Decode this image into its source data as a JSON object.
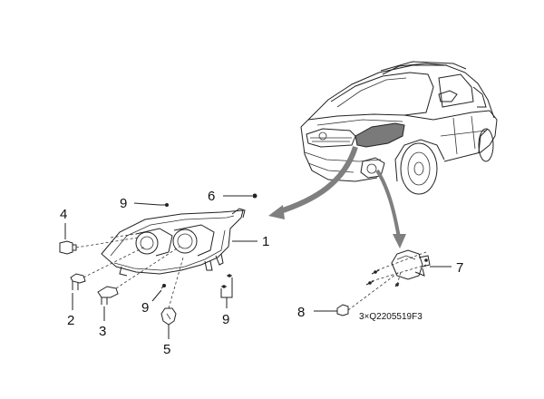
{
  "callouts": {
    "c1": "1",
    "c2": "2",
    "c3": "3",
    "c4": "4",
    "c5": "5",
    "c6": "6",
    "c7": "7",
    "c8": "8",
    "c9a": "9",
    "c9b": "9",
    "c9c": "9"
  },
  "part_number": "3×Q2205519F3",
  "colors": {
    "line": "#222222",
    "arrow": "#7f7f7f",
    "background": "#ffffff"
  }
}
